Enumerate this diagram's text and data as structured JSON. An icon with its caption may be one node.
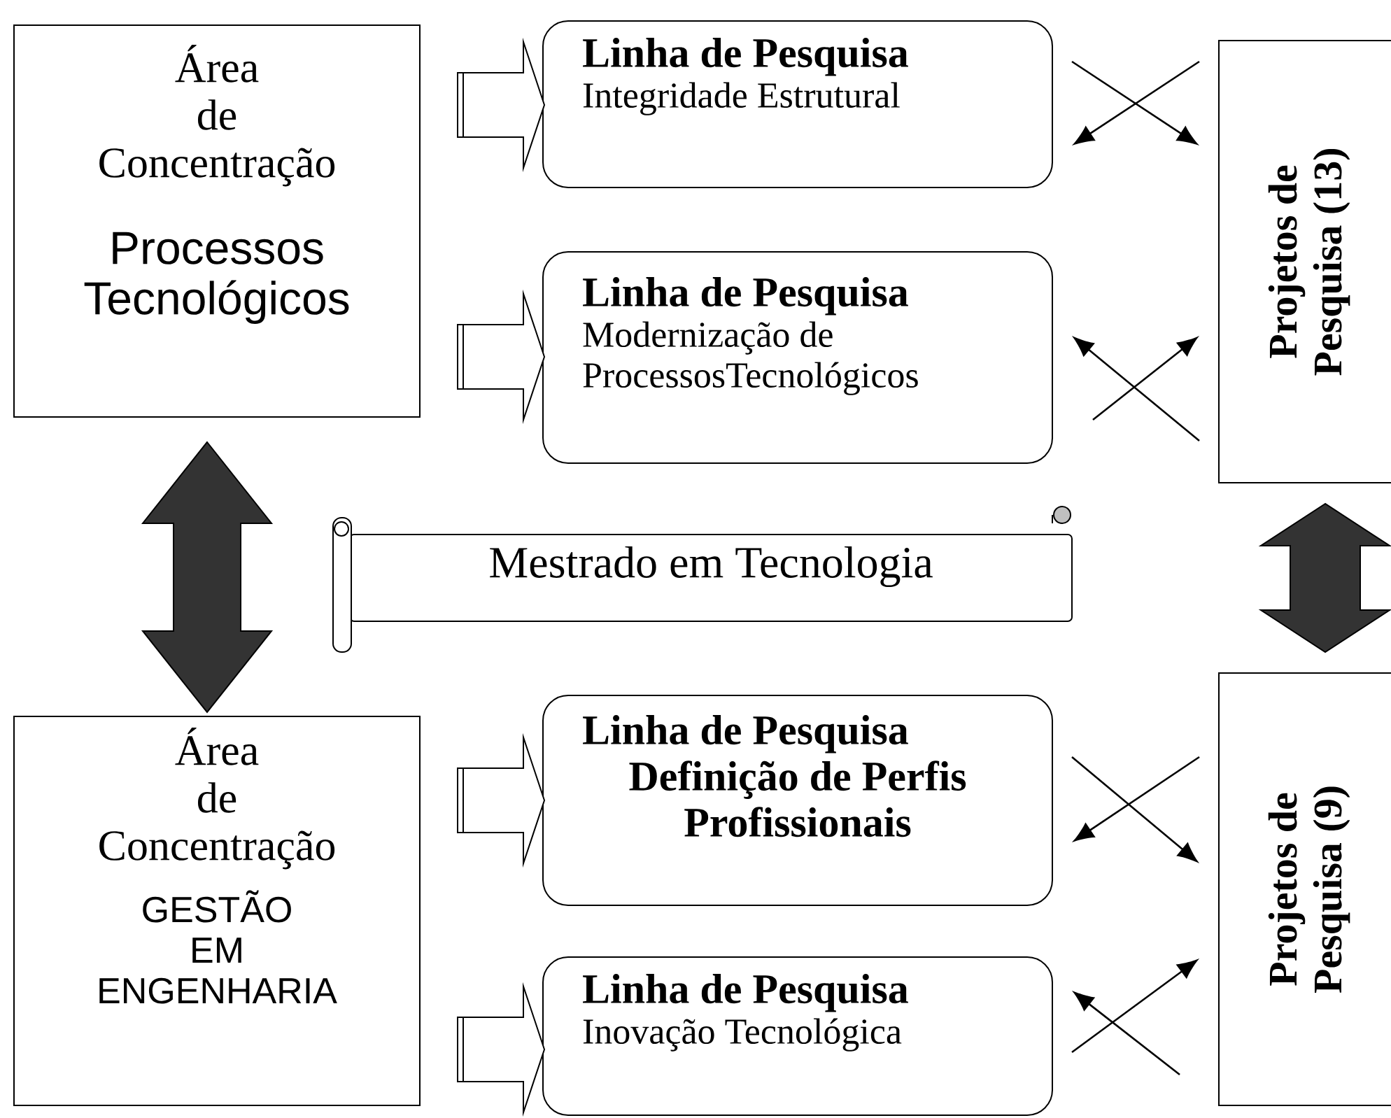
{
  "diagram": {
    "nodes": [
      {
        "text": [
          "Área de Concentração",
          "Processos Tecnológicos"
        ]
      },
      {
        "text": [
          "Linha de Pesquisa",
          "Integridade Estrutural"
        ]
      },
      {
        "text": [
          "Linha de Pesquisa",
          "Modernização de ProcessosTecnológicos"
        ]
      },
      {
        "text": [
          "Projetos de Pesquisa (13)"
        ]
      },
      {
        "text": [
          "Mestrado em Tecnologia"
        ]
      },
      {
        "text": [
          "Área de Concentração",
          "GESTÃO EM ENGENHARIA"
        ]
      },
      {
        "text": [
          "Linha de Pesquisa",
          "Definição de Perfis Profissionais"
        ]
      },
      {
        "text": [
          "Linha de Pesquisa",
          "Inovação Tecnológica"
        ]
      },
      {
        "text": [
          "Projetos de Pesquisa (9)"
        ]
      }
    ],
    "edges": [
      {
        "from": 0,
        "to": 1,
        "arrow": "to",
        "style": "thick"
      },
      {
        "from": 0,
        "to": 2,
        "arrow": "to",
        "style": "thick"
      },
      {
        "from": 5,
        "to": 6,
        "arrow": "to",
        "style": "thick"
      },
      {
        "from": 5,
        "to": 7,
        "arrow": "to",
        "style": "thick"
      },
      {
        "from": 0,
        "to": 5,
        "arrow": "both",
        "style": "thick",
        "color": "#333333"
      },
      {
        "from": 3,
        "to": 8,
        "arrow": "both",
        "style": "thick",
        "color": "#333333"
      },
      {
        "from": 1,
        "to": 3,
        "arrow": "to"
      },
      {
        "from": 3,
        "to": 1,
        "arrow": "to"
      },
      {
        "from": 2,
        "to": 3,
        "arrow": "to"
      },
      {
        "from": 3,
        "to": 2,
        "arrow": "to"
      },
      {
        "from": 6,
        "to": 8,
        "arrow": "to"
      },
      {
        "from": 8,
        "to": 6,
        "arrow": "to"
      },
      {
        "from": 7,
        "to": 8,
        "arrow": "to"
      },
      {
        "from": 8,
        "to": 7,
        "arrow": "to"
      }
    ]
  }
}
